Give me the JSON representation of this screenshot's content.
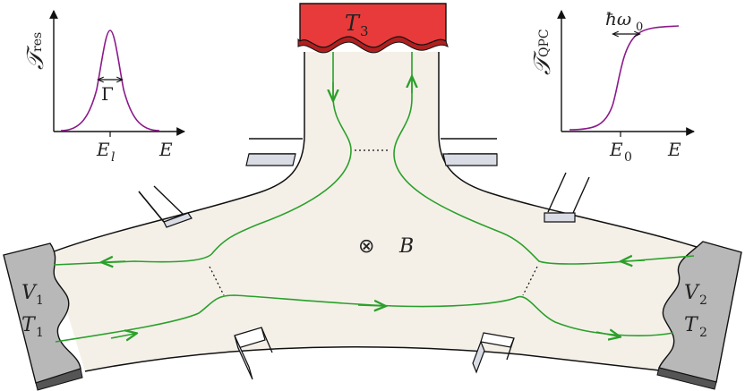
{
  "left_plot": {
    "ylabel_main": "𝒯",
    "ylabel_sub": "res",
    "x_tick": "E",
    "x_tick_sub": "l",
    "x_label": "E",
    "width_label": "Γ"
  },
  "right_plot": {
    "ylabel_main": "𝒯",
    "ylabel_sub": "QPC",
    "x_tick": "E",
    "x_tick_sub": "0",
    "x_label": "E",
    "width_label_main": "ħω",
    "width_label_sub": "0"
  },
  "contacts": {
    "top": {
      "label": "T",
      "sub": "3",
      "color": "#e83a3a"
    },
    "left": {
      "v": "V",
      "v_sub": "1",
      "t": "T",
      "t_sub": "1",
      "color": "#b8b8b8"
    },
    "right": {
      "v": "V",
      "v_sub": "2",
      "t": "T",
      "t_sub": "2",
      "color": "#b8b8b8"
    }
  },
  "field": {
    "symbol": "⊗",
    "label": "B"
  },
  "colors": {
    "device": "#f4f0e8",
    "edge_channel": "#2aa02a",
    "curve": "#8b1a8b"
  }
}
